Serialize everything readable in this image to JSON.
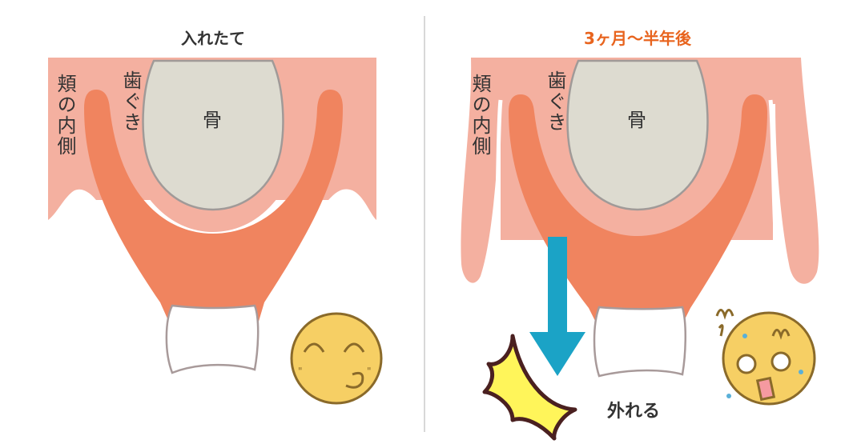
{
  "panels": [
    {
      "title": "入れたて",
      "labels": {
        "cheek": "頬の内側",
        "gum": "歯ぐき",
        "bone": "骨"
      },
      "mood": "smiling-face"
    },
    {
      "title": "3ヶ月〜半年後",
      "labels": {
        "cheek": "頬の内側",
        "gum": "歯ぐき",
        "bone": "骨"
      },
      "caption": "外れる",
      "mood": "shocked-face"
    }
  ],
  "colors": {
    "gum": "#f4b0a0",
    "denture": "#f0845f",
    "bone": "#dddbd0",
    "accent_title": "#e8641e",
    "arrow": "#1ba3c6",
    "face": "#f6cf64"
  }
}
